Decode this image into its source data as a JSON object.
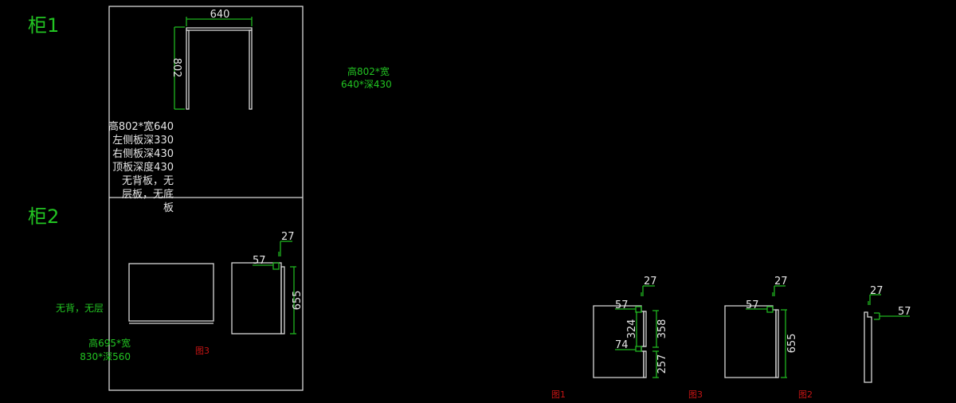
{
  "titles": {
    "cabinet1": "柜1",
    "cabinet2": "柜2"
  },
  "cabinet1": {
    "dim_width": "640",
    "dim_height": "802",
    "spec_lines": [
      "高802*宽640",
      "左侧板深330",
      "右侧板深430",
      "顶板深度430",
      "无背板，无",
      "层板，无底",
      "板"
    ],
    "note_line1": "高802*宽",
    "note_line2": "640*深430"
  },
  "cabinet2": {
    "note_no_back": "无背，无层",
    "note_line1": "高695*宽",
    "note_line2": "830*深560",
    "dim_57": "57",
    "dim_27": "27",
    "dim_655": "655",
    "label": "图3"
  },
  "figure1": {
    "dim_27": "27",
    "dim_57": "57",
    "dim_324": "324",
    "dim_358": "358",
    "dim_74": "74",
    "dim_257": "257",
    "label": "图1"
  },
  "figure3": {
    "dim_27": "27",
    "dim_57": "57",
    "dim_655": "655",
    "label": "图3"
  },
  "figure2": {
    "dim_27": "27",
    "dim_57": "57",
    "label": "图2"
  },
  "colors": {
    "background": "#000000",
    "lines": "#d8d8d8",
    "dimensions": "#1fb41f",
    "labels": "#c81414"
  }
}
